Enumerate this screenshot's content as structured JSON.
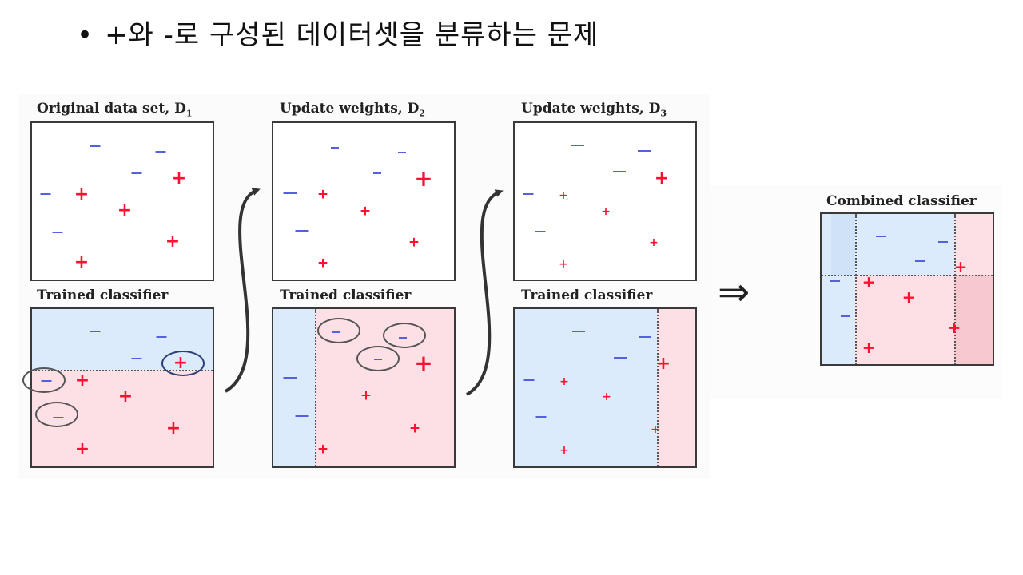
{
  "slide": {
    "bullet": "•",
    "title": "+와 -로 구성된 데이터셋을 분류하는 문제"
  },
  "figure": {
    "steps": [
      {
        "caption": "Original data set,  D",
        "sub": "1",
        "lower_caption": "Trained classifier"
      },
      {
        "caption": "Update weights,  D",
        "sub": "2",
        "lower_caption": "Trained classifier"
      },
      {
        "caption": "Update weights,  D",
        "sub": "3",
        "lower_caption": "Trained classifier"
      }
    ],
    "combined_caption": "Combined classifier",
    "implies_symbol": "⇒",
    "plus_symbol": "+",
    "colors": {
      "plus": "#ff1030",
      "minus": "#5560e0",
      "region_minus": "#dcebfb",
      "region_plus": "#fde0e6"
    }
  }
}
